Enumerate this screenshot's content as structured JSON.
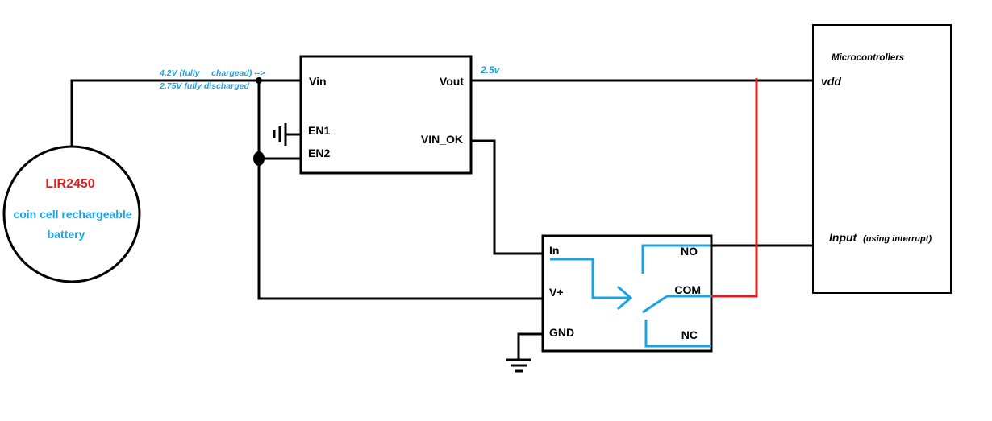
{
  "battery": {
    "name": "LIR2450",
    "desc_line1": "coin cell rechargeable",
    "desc_line2": "battery",
    "name_color": "#e02020",
    "desc_color": "#1aa3e0"
  },
  "voltage_notes": {
    "charged": "4.2V (fully     chargead) -->",
    "discharged": "2.75V fully discharged",
    "output": "2.5v"
  },
  "regulator": {
    "vin": "Vin",
    "vout": "Vout",
    "en1": "EN1",
    "en2": "EN2",
    "vin_ok": "VIN_OK"
  },
  "switch": {
    "in": "In",
    "vplus": "V+",
    "gnd": "GND",
    "no": "NO",
    "com": "COM",
    "nc": "NC"
  },
  "microcontroller": {
    "title": "Microcontrollers",
    "vdd": "vdd",
    "input": "Input",
    "input_note": "(using interrupt)"
  },
  "colors": {
    "wire": "#000000",
    "annotation": "#1aa3e0",
    "highlight": "#e02020"
  }
}
